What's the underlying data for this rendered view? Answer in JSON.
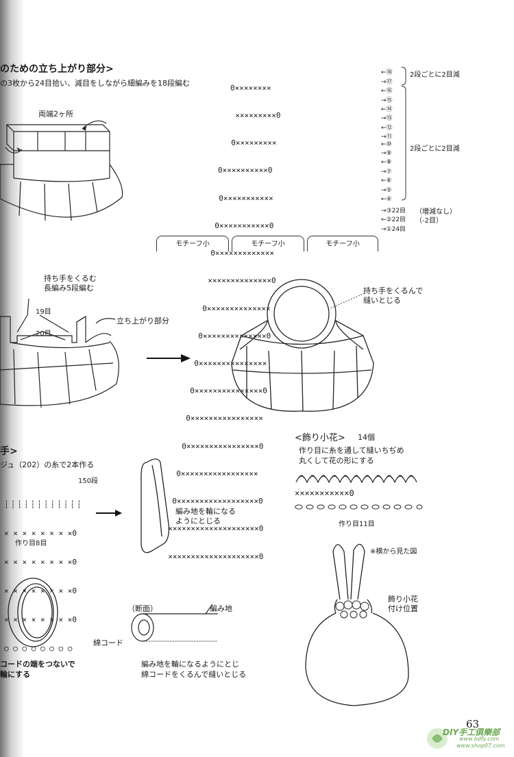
{
  "section1": {
    "heading": "のための立ち上がり部分>",
    "desc": "の3枚から24目拾い、減目をしながら細編みを18段編む",
    "both_ends_label": "両端2ヶ所"
  },
  "chart1": {
    "rows": [
      "0××××××××",
      "  ×××××××××0",
      "  0×××××××××",
      "0××××××××××0",
      "  0×××××××××××",
      "  0×××××××××××0",
      "  0×××××××××××××",
      "  ××××××××××××××0",
      "  0××××××××××××××",
      "  0××××××××××××××0",
      "  0×××××××××××××××",
      "  0×××××××××××××××0",
      "  0××××××××××××××××",
      "  0××××××××××××××××0",
      "  0×××××××××××××××××",
      "  0××××××××××××××××××0",
      "  ××××××××××××××××××××0",
      "  ××××××××××××××××××××0"
    ],
    "tabs": [
      "モチーフ小",
      "モチーフ小",
      "モチーフ小"
    ]
  },
  "row_labels": {
    "items": [
      "←⑱",
      "→⑰",
      "←⑯",
      "→⑮",
      "←⑭",
      "→⑬",
      "←⑫",
      "→⑪",
      "←⑩",
      "→⑨",
      "←⑧",
      "→⑦",
      "←⑥",
      "→⑤",
      "←④",
      "→③22目",
      "←②22目",
      "→①24目"
    ],
    "bracket1_text": "2段ごとに2目減",
    "bracket2_text": "2段ごとに2目減",
    "note3": "（増減なし）",
    "note2": "（-2目）"
  },
  "section2": {
    "wrap_handle_note": "持ち手をくるむ\n長編み5段編む",
    "label_19": "19目",
    "label_20": "20目",
    "rising_part": "立ち上がり部分",
    "sew_note": "持ち手をくるんで\n縫いとじる"
  },
  "section3": {
    "heading": "手>",
    "desc": "ジュ（202）の糸で2本作る",
    "rows_label": "150段",
    "chain_label": "作り目8目",
    "loop_note": "編み地を輪になる\nようにとじる",
    "cross_section": "（断面）",
    "fabric_label": "編み地",
    "cotton_cord": "綿コード",
    "final_note": "編み地を輪になるようにとじ\n綿コードをくるんで縫いとじる",
    "ring_note": "コードの端をつないで\n輪にする"
  },
  "section4": {
    "heading": "<飾り小花>",
    "count": "14個",
    "desc": "作り目に糸を通して縫いちぢめ\n丸くして花の形にする",
    "chain_label": "作り目11目",
    "side_view": "※横から見た図",
    "flower_pos": "飾り小花\n付け位置"
  },
  "footer": {
    "page_number": "63",
    "watermark": "DIY手工俱樂部",
    "watermark_url1": "www.bdfy.com",
    "watermark_url2": "www.shop07.com"
  }
}
